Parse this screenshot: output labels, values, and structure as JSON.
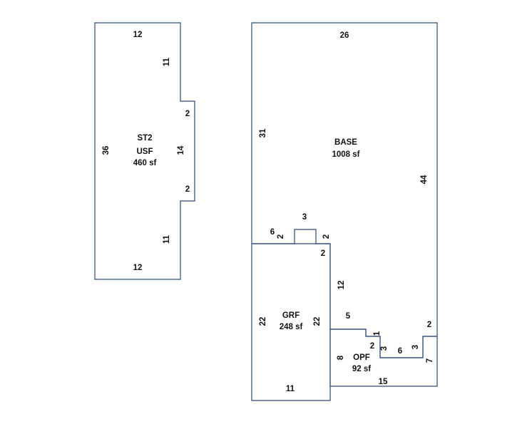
{
  "areas": {
    "st2": {
      "code": "ST2",
      "type": "USF",
      "area": "460 sf"
    },
    "base": {
      "type": "BASE",
      "area": "1008 sf"
    },
    "grf": {
      "type": "GRF",
      "area": "248 sf"
    },
    "opf": {
      "type": "OPF",
      "area": "92 sf"
    }
  },
  "dimensions": {
    "st2": [
      "12",
      "11",
      "2",
      "14",
      "2",
      "11",
      "12",
      "36"
    ],
    "base": [
      "26",
      "31",
      "44",
      "3",
      "6",
      "2",
      "2",
      "2",
      "12",
      "5",
      "2",
      "1",
      "2",
      "3",
      "6",
      "3",
      "7"
    ],
    "grf": [
      "22",
      "22",
      "11"
    ],
    "opf": [
      "8",
      "15"
    ]
  },
  "colors": {
    "outline": "#2a4a80"
  }
}
